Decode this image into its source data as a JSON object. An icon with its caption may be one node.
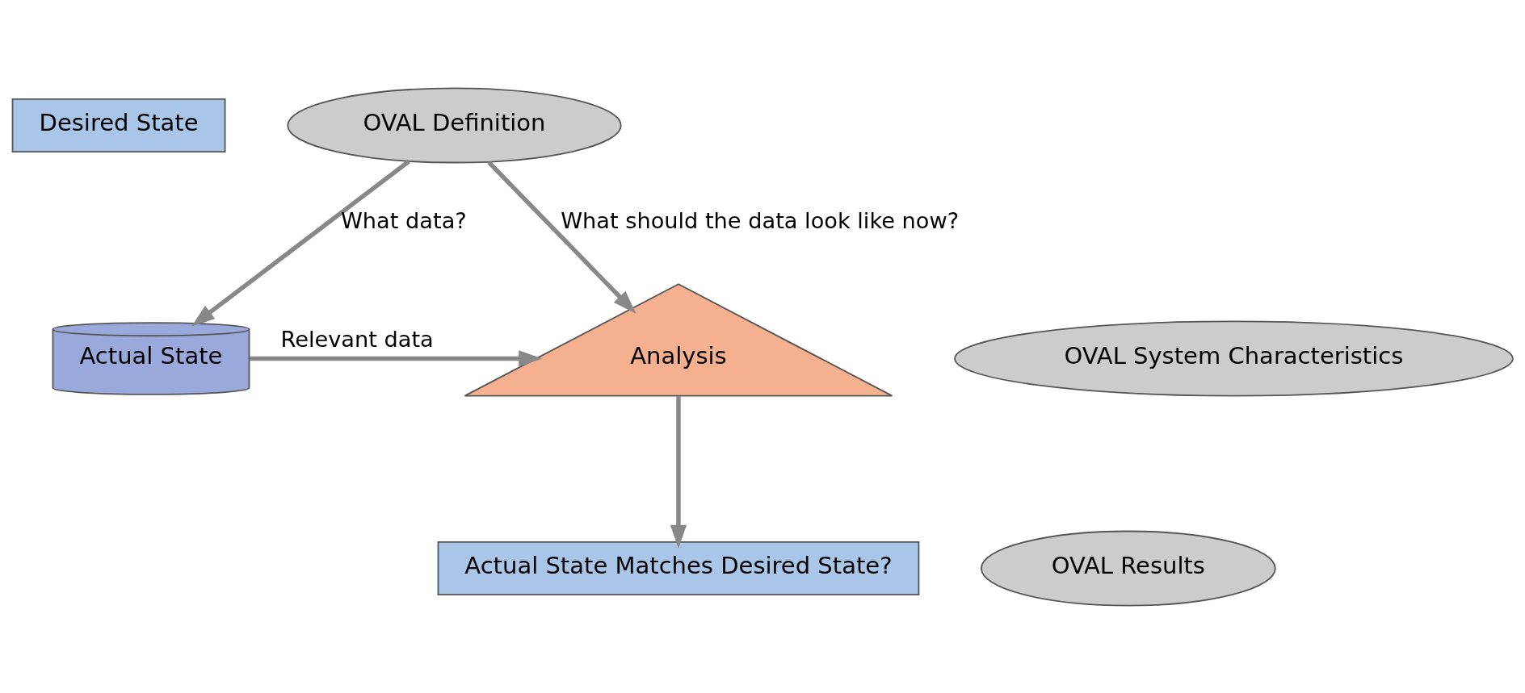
{
  "diagram": {
    "nodes": [
      {
        "text": [
          "Desired State"
        ]
      },
      {
        "text": [
          "OVAL Definition"
        ]
      },
      {
        "text": [
          "Actual State"
        ]
      },
      {
        "text": [
          "OVAL System Characteristics"
        ]
      },
      {
        "text": [
          "Analysis"
        ]
      },
      {
        "text": [
          "Actual State Matches Desired State?"
        ]
      },
      {
        "text": [
          "OVAL Results"
        ]
      }
    ],
    "edges": [
      {
        "from": 1,
        "to": 2,
        "arrow": "to",
        "label": "What data?"
      },
      {
        "from": 1,
        "to": 4,
        "arrow": "to",
        "label": "What should the data look like now?"
      },
      {
        "from": 2,
        "to": 4,
        "arrow": "to",
        "label": "Relevant data"
      },
      {
        "from": 4,
        "to": 5,
        "arrow": "to"
      }
    ]
  }
}
